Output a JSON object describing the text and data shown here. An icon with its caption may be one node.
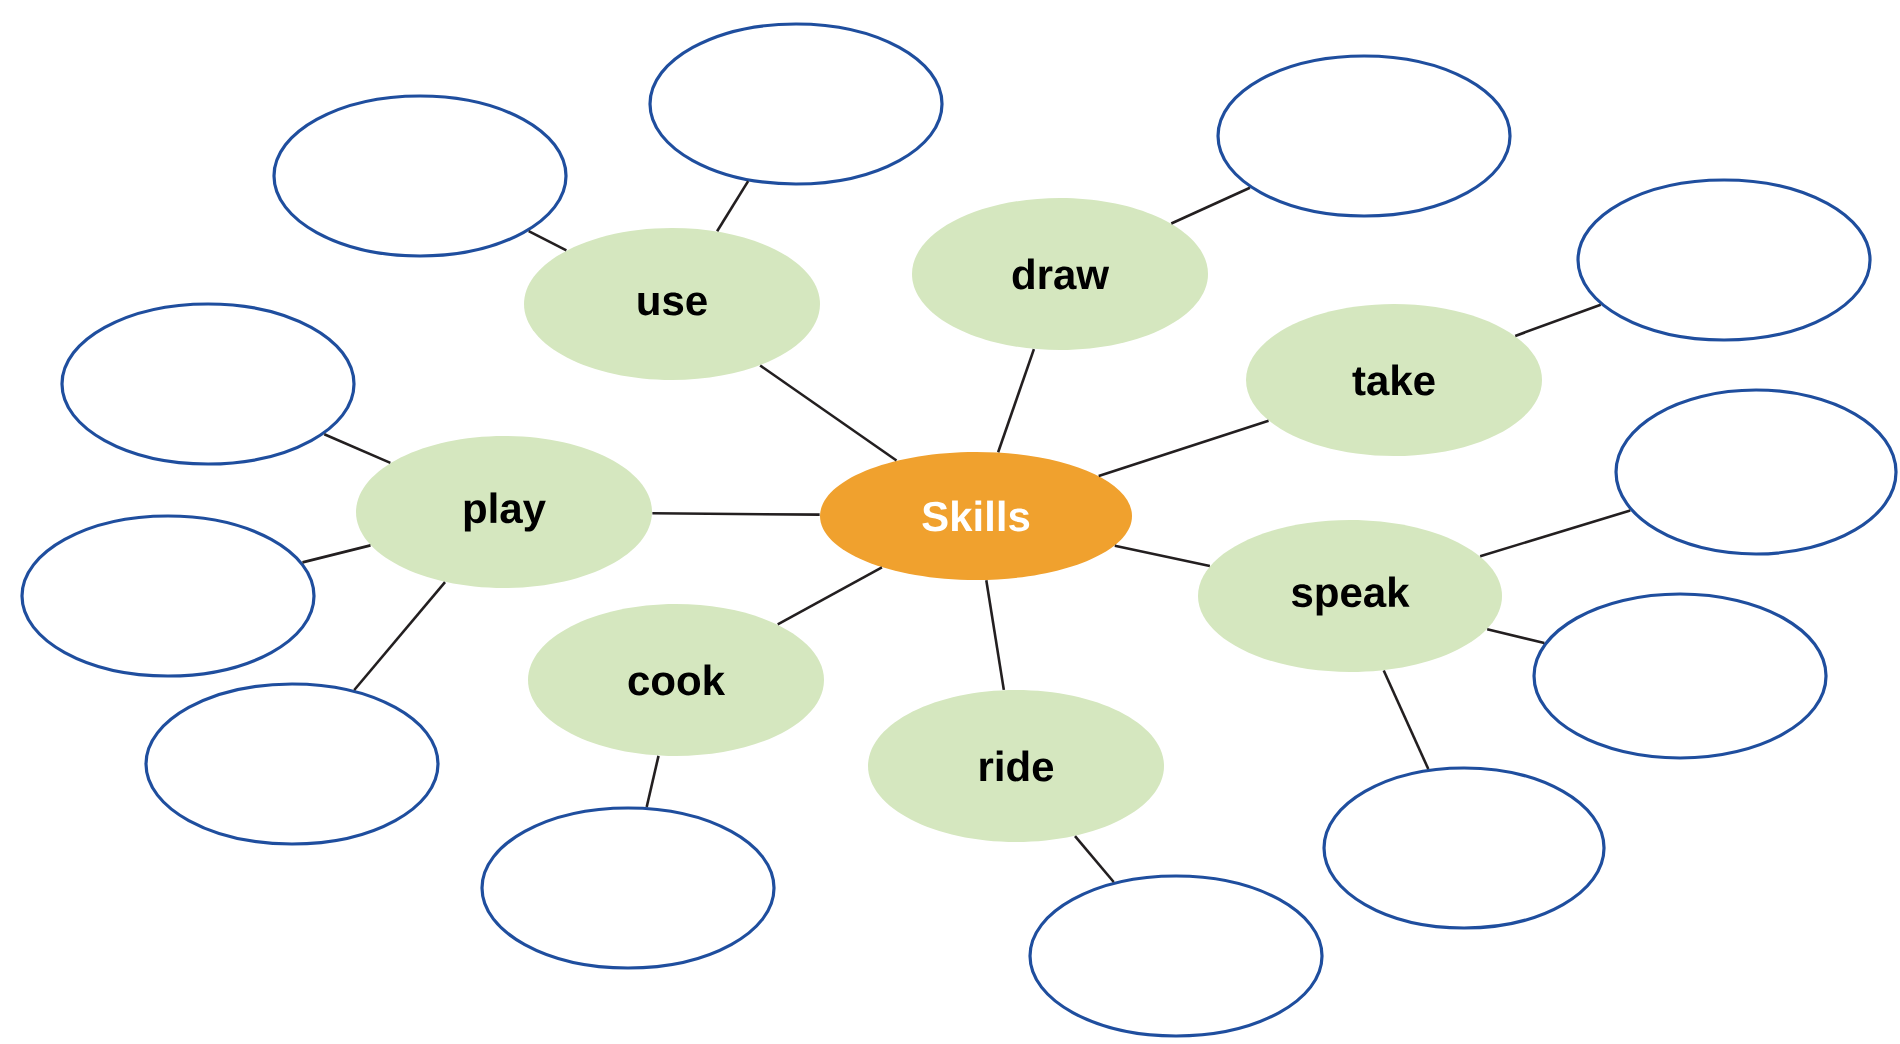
{
  "diagram": {
    "nodes": [
      {
        "text": [
          "Skills"
        ]
      },
      {
        "text": [
          "use"
        ]
      },
      {
        "text": [
          "draw"
        ]
      },
      {
        "text": [
          "take"
        ]
      },
      {
        "text": [
          "play"
        ]
      },
      {
        "text": [
          "speak"
        ]
      },
      {
        "text": [
          "cook"
        ]
      },
      {
        "text": [
          "ride"
        ]
      },
      {
        "text": [],
        "shape": "ellipse"
      },
      {
        "text": [],
        "shape": "ellipse"
      },
      {
        "text": [],
        "shape": "ellipse"
      },
      {
        "text": [],
        "shape": "ellipse"
      },
      {
        "text": [],
        "shape": "ellipse"
      },
      {
        "text": [],
        "shape": "ellipse"
      },
      {
        "text": [],
        "shape": "ellipse"
      },
      {
        "text": [],
        "shape": "ellipse"
      },
      {
        "text": [],
        "shape": "ellipse"
      },
      {
        "text": [],
        "shape": "ellipse"
      },
      {
        "text": [],
        "shape": "ellipse"
      },
      {
        "text": [],
        "shape": "ellipse"
      }
    ],
    "edges": [
      {
        "from": 0,
        "to": 1,
        "arrow": "none"
      },
      {
        "from": 0,
        "to": 2,
        "arrow": "none"
      },
      {
        "from": 0,
        "to": 3,
        "arrow": "none"
      },
      {
        "from": 0,
        "to": 4,
        "arrow": "none"
      },
      {
        "from": 0,
        "to": 5,
        "arrow": "none"
      },
      {
        "from": 0,
        "to": 6,
        "arrow": "none"
      },
      {
        "from": 0,
        "to": 7,
        "arrow": "none"
      },
      {
        "from": 1,
        "to": 8,
        "arrow": "none"
      },
      {
        "from": 1,
        "to": 10,
        "arrow": "none"
      },
      {
        "from": 2,
        "to": 9,
        "arrow": "none"
      },
      {
        "from": 3,
        "to": 11,
        "arrow": "none"
      },
      {
        "from": 4,
        "to": 12,
        "arrow": "none"
      },
      {
        "from": 4,
        "to": 14,
        "arrow": "none"
      },
      {
        "from": 4,
        "to": 16,
        "arrow": "none"
      },
      {
        "from": 5,
        "to": 13,
        "arrow": "none"
      },
      {
        "from": 5,
        "to": 15,
        "arrow": "none"
      },
      {
        "from": 5,
        "to": 17,
        "arrow": "none"
      },
      {
        "from": 6,
        "to": 18,
        "arrow": "none"
      },
      {
        "from": 7,
        "to": 19,
        "arrow": "none"
      }
    ]
  }
}
